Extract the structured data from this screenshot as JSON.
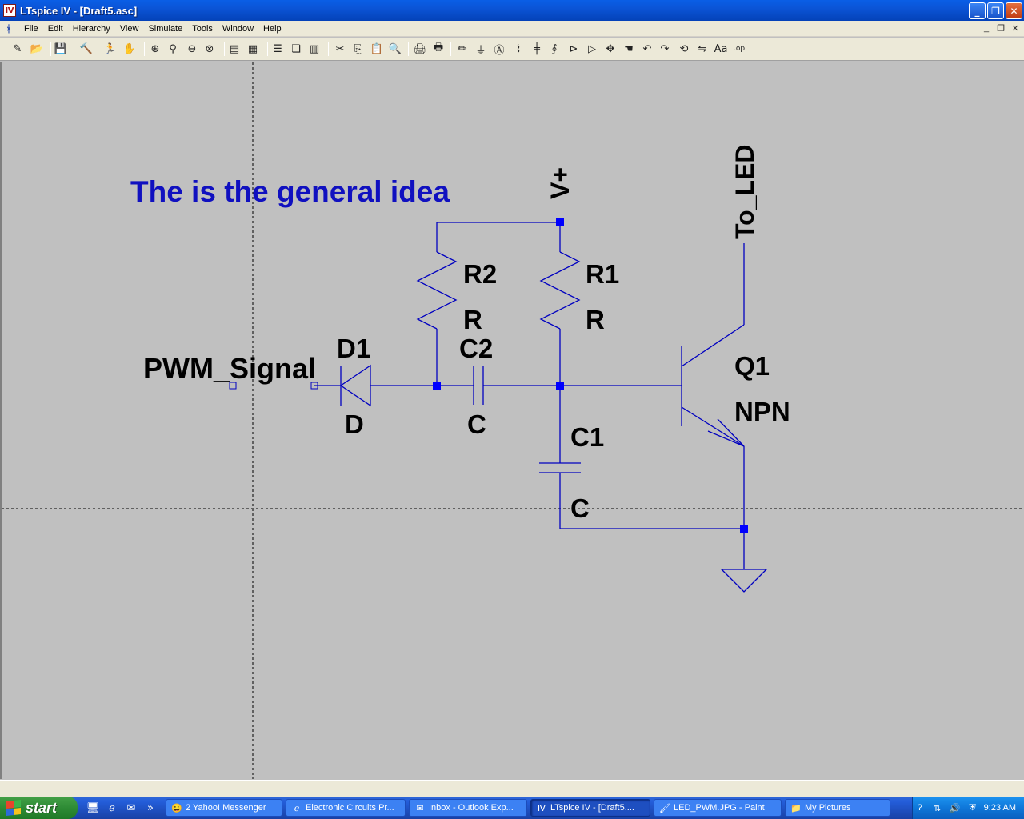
{
  "window": {
    "title": "LTspice IV - [Draft5.asc]",
    "app_icon": "ltspice-icon",
    "minimize": "_",
    "maximize": "❐",
    "close": "✕"
  },
  "menu": {
    "doc_icon": "schematic-doc-icon",
    "items": [
      "File",
      "Edit",
      "Hierarchy",
      "View",
      "Simulate",
      "Tools",
      "Window",
      "Help"
    ],
    "mdi_minimize": "_",
    "mdi_restore": "❐",
    "mdi_close": "✕"
  },
  "toolbar": {
    "buttons": [
      {
        "name": "new-schematic-icon",
        "glyph": "✎"
      },
      {
        "name": "open-icon",
        "glyph": "📂"
      },
      {
        "name": "save-icon",
        "glyph": "💾"
      },
      {
        "name": "control-panel-icon",
        "glyph": "🔨"
      },
      {
        "name": "run-icon",
        "glyph": "🏃"
      },
      {
        "name": "halt-icon",
        "glyph": "✋"
      },
      {
        "name": "zoom-in-icon",
        "glyph": "⊕"
      },
      {
        "name": "pan-icon",
        "glyph": "⚲"
      },
      {
        "name": "zoom-out-icon",
        "glyph": "⊖"
      },
      {
        "name": "zoom-fit-icon",
        "glyph": "⊗"
      },
      {
        "name": "autorange-icon",
        "glyph": "▤"
      },
      {
        "name": "grid-icon",
        "glyph": "▦"
      },
      {
        "name": "tile-horizontal-icon",
        "glyph": "☰"
      },
      {
        "name": "cascade-icon",
        "glyph": "❏"
      },
      {
        "name": "tile-vertical-icon",
        "glyph": "▥"
      },
      {
        "name": "cut-icon",
        "glyph": "✂"
      },
      {
        "name": "copy-icon",
        "glyph": "⎘"
      },
      {
        "name": "paste-icon",
        "glyph": "📋"
      },
      {
        "name": "find-icon",
        "glyph": "🔍"
      },
      {
        "name": "print-setup-icon",
        "glyph": "🖨"
      },
      {
        "name": "print-icon",
        "glyph": "🖶"
      },
      {
        "name": "wire-icon",
        "glyph": "✏"
      },
      {
        "name": "ground-icon",
        "glyph": "⏚"
      },
      {
        "name": "label-net-icon",
        "glyph": "Ⓐ"
      },
      {
        "name": "resistor-icon",
        "glyph": "⌇"
      },
      {
        "name": "capacitor-icon",
        "glyph": "╪"
      },
      {
        "name": "inductor-icon",
        "glyph": "∮"
      },
      {
        "name": "diode-icon",
        "glyph": "⊳"
      },
      {
        "name": "component-icon",
        "glyph": "▷"
      },
      {
        "name": "move-icon",
        "glyph": "✥"
      },
      {
        "name": "drag-icon",
        "glyph": "☚"
      },
      {
        "name": "undo-icon",
        "glyph": "↶"
      },
      {
        "name": "redo-icon",
        "glyph": "↷"
      },
      {
        "name": "rotate-icon",
        "glyph": "⟲"
      },
      {
        "name": "mirror-icon",
        "glyph": "⇋"
      },
      {
        "name": "text-icon",
        "glyph": "Aa"
      },
      {
        "name": "spice-directive-icon",
        "glyph": ".op"
      }
    ]
  },
  "schematic": {
    "comment": "The is the general idea",
    "labels": {
      "vplus": "V+",
      "to_led": "To_LED",
      "pwm_signal": "PWM_Signal",
      "r2_name": "R2",
      "r2_value": "R",
      "r1_name": "R1",
      "r1_value": "R",
      "d1_name": "D1",
      "d1_value": "D",
      "c2_name": "C2",
      "c2_value": "C",
      "c1_name": "C1",
      "c1_value": "C",
      "q1_name": "Q1",
      "q1_value": "NPN"
    },
    "colors": {
      "wire": "#0000c0",
      "comment": "#1010c0",
      "junction": "#0000ff",
      "cursor": "#000000"
    }
  },
  "taskbar": {
    "start_label": "start",
    "quicklaunch": [
      "show-desktop-icon",
      "internet-explorer-icon",
      "outlook-express-icon"
    ],
    "quicklaunch_more": "»",
    "tasks": [
      {
        "icon": "yahoo-messenger-icon",
        "glyph": "😀",
        "label": "2 Yahoo! Messenger",
        "active": false
      },
      {
        "icon": "internet-explorer-icon",
        "glyph": "ℯ",
        "label": "Electronic Circuits Pr...",
        "active": false
      },
      {
        "icon": "outlook-express-icon",
        "glyph": "✉",
        "label": "Inbox - Outlook Exp...",
        "active": false
      },
      {
        "icon": "ltspice-icon",
        "glyph": "Ⅳ",
        "label": "LTspice IV - [Draft5....",
        "active": true
      },
      {
        "icon": "paint-icon",
        "glyph": "🖌",
        "label": "LED_PWM.JPG - Paint",
        "active": false
      },
      {
        "icon": "folder-icon",
        "glyph": "📁",
        "label": "My Pictures",
        "active": false
      }
    ],
    "tray": {
      "icons": [
        "help-icon",
        "network-icon",
        "volume-icon",
        "security-icon"
      ],
      "clock": "9:23 AM"
    }
  }
}
